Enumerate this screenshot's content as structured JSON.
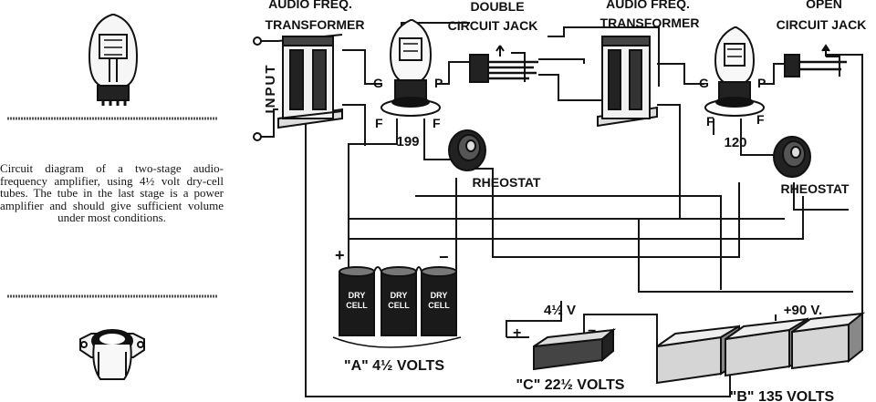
{
  "caption": "Circuit diagram of a two-stage audio-frequency amplifier, using 4½ volt dry-cell tubes. The tube in the last stage is a power amplifier and should give sufficient volume under most conditions.",
  "labels": {
    "audio_transformer_1_line1": "AUDIO FREQ.",
    "audio_transformer_1_line2": "TRANSFORMER",
    "double_jack_line1": "DOUBLE",
    "double_jack_line2": "CIRCUIT JACK",
    "audio_transformer_2_line1": "AUDIO FREQ.",
    "audio_transformer_2_line2": "TRANSFORMER",
    "open_jack_line1": "OPEN",
    "open_jack_line2": "CIRCUIT JACK",
    "input": "INPUT",
    "tube1_g": "G",
    "tube1_p": "P",
    "tube1_f_left": "F",
    "tube1_f_right": "F",
    "tube1_type": "199",
    "tube2_g": "G",
    "tube2_p": "P",
    "tube2_f_left": "F",
    "tube2_f_right": "F",
    "tube2_type": "120",
    "rheostat_1": "RHEOSTAT",
    "rheostat_2": "RHEOSTAT",
    "a_plus": "+",
    "a_minus": "−",
    "dry_cell_line1": "DRY",
    "dry_cell_line2": "CELL",
    "a_battery": "\"A\" 4½ VOLTS",
    "c_tap": "4½ V",
    "c_plus": "+",
    "c_minus": "−",
    "c_battery": "\"C\" 22½ VOLTS",
    "b_tap": "+90 V.",
    "b_battery": "\"B\" 135 VOLTS"
  }
}
